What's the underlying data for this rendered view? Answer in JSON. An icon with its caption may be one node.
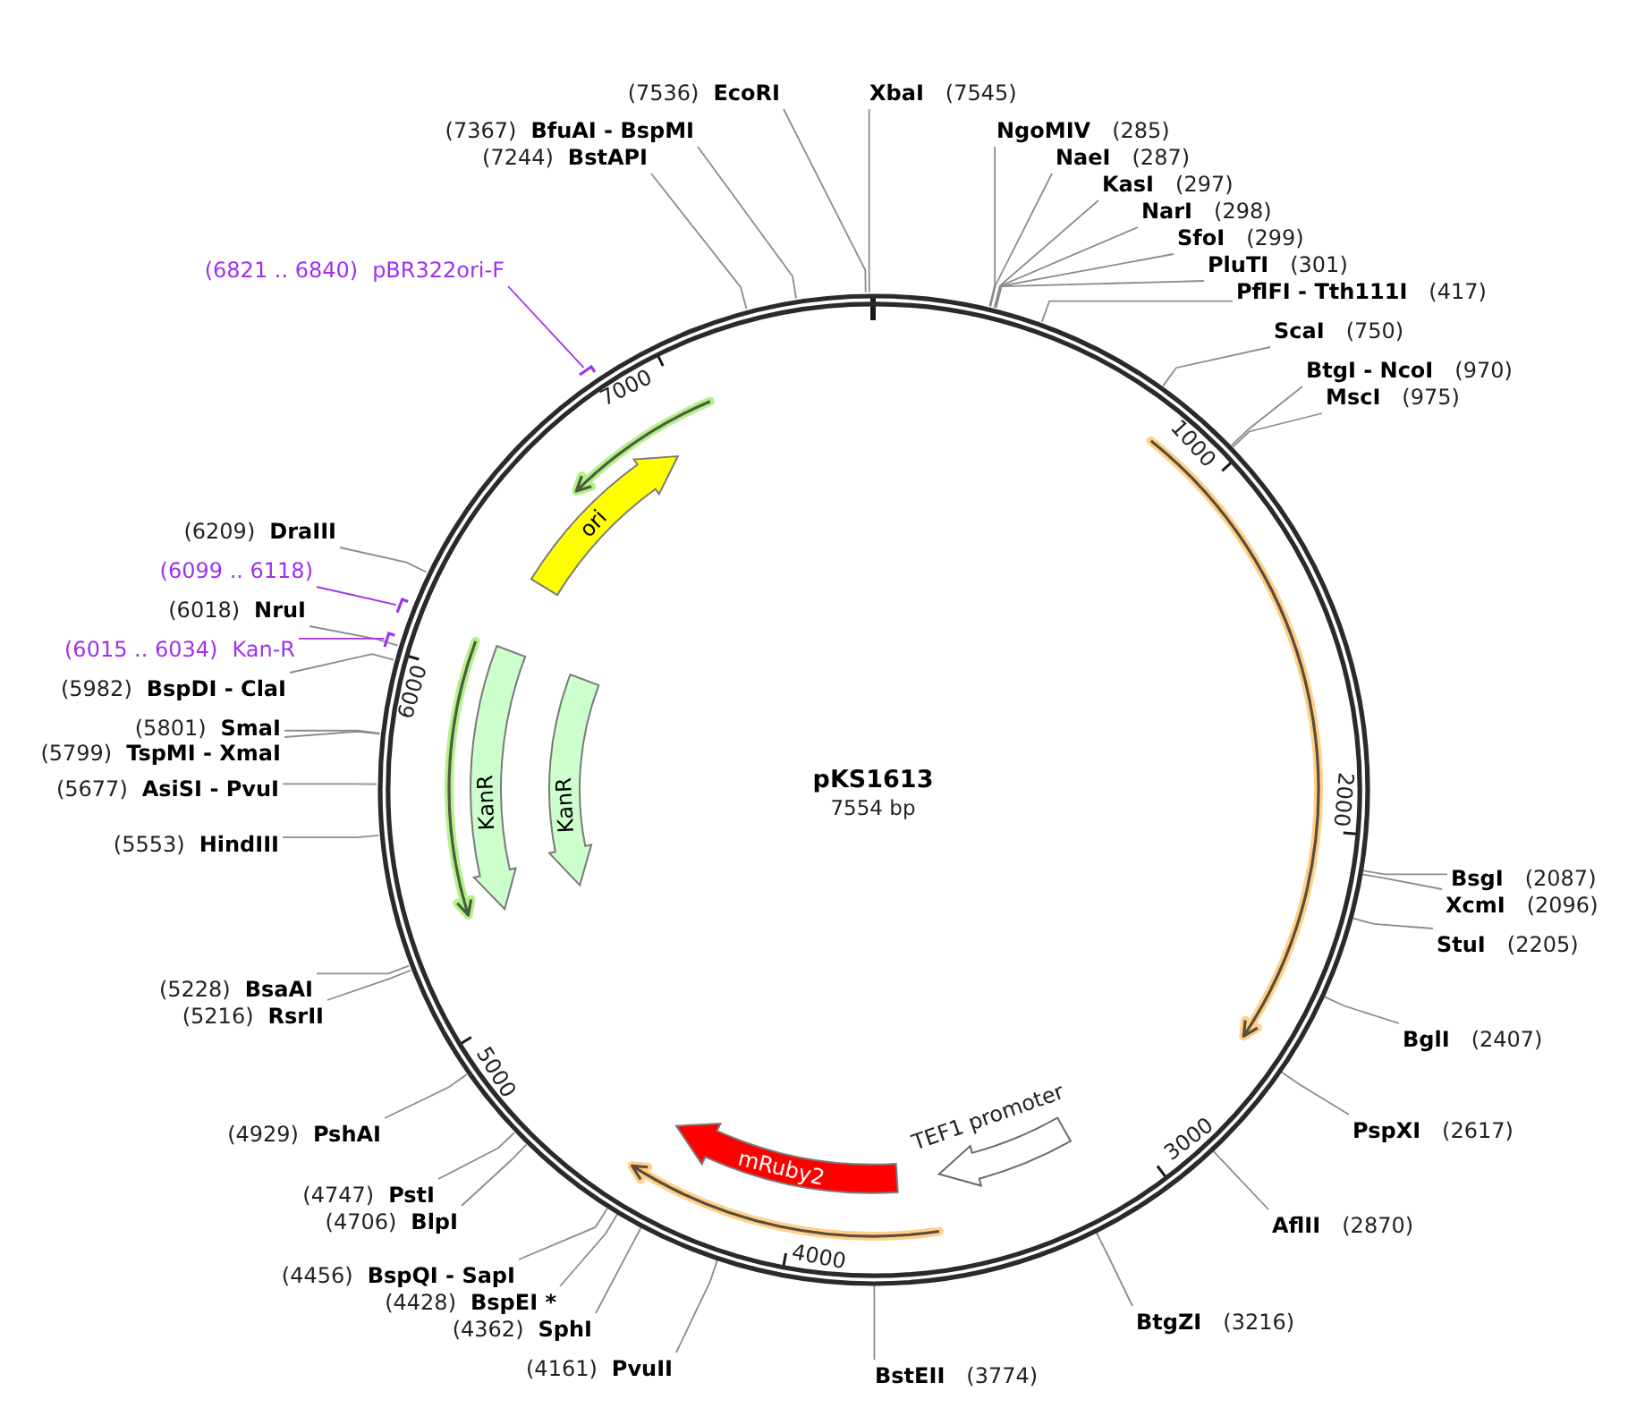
{
  "diagram": {
    "nodes": [
      {
        "text": [
          "pKS1613",
          "7554 bp"
        ]
      },
      {
        "text": [
          "ori"
        ],
        "in": 0
      },
      {
        "text": [
          "KanR"
        ],
        "in": 0
      },
      {
        "text": [
          "KanR"
        ],
        "in": 0
      },
      {
        "text": [
          "mRuby2"
        ],
        "in": 0
      },
      {
        "text": [
          "TEF1 promoter"
        ],
        "in": 0
      },
      {
        "text": [
          "(7536)",
          "EcoRI"
        ]
      },
      {
        "text": [
          "XbaI",
          "(7545)"
        ]
      },
      {
        "text": [
          "(7367)",
          "BfuAI - BspMI"
        ]
      },
      {
        "text": [
          "NgoMIV",
          "(285)"
        ]
      },
      {
        "text": [
          "(7244)",
          "BstAPI"
        ]
      },
      {
        "text": [
          "NaeI",
          "(287)"
        ]
      },
      {
        "text": [
          "KasI",
          "(297)"
        ]
      },
      {
        "text": [
          "NarI",
          "(298)"
        ]
      },
      {
        "text": [
          "SfoI",
          "(299)"
        ]
      },
      {
        "text": [
          "PluTI",
          "(301)"
        ]
      },
      {
        "text": [
          "(6821 .. 6840)",
          "pBR322ori-F"
        ]
      },
      {
        "text": [
          "PflFI - Tth111I",
          "(417)"
        ]
      },
      {
        "text": [
          "ScaI",
          "(750)"
        ]
      },
      {
        "text": [
          "BtgI - NcoI",
          "(970)"
        ]
      },
      {
        "text": [
          "MscI",
          "(975)"
        ]
      },
      {
        "text": [
          "(6209)",
          "DraIII"
        ]
      },
      {
        "text": [
          "(6099 .. 6118)"
        ]
      },
      {
        "text": [
          "(6018)",
          "NruI"
        ]
      },
      {
        "text": [
          "(6015 .. 6034)",
          "Kan-R"
        ]
      },
      {
        "text": [
          "(5982)",
          "BspDI - ClaI"
        ]
      },
      {
        "text": [
          "(5801)",
          "SmaI"
        ]
      },
      {
        "text": [
          "(5799)",
          "TspMI - XmaI"
        ]
      },
      {
        "text": [
          "(5677)",
          "AsiSI - PvuI"
        ]
      },
      {
        "text": [
          "(5553)",
          "HindIII"
        ]
      },
      {
        "text": [
          "BsgI",
          "(2087)"
        ]
      },
      {
        "text": [
          "XcmI",
          "(2096)"
        ]
      },
      {
        "text": [
          "StuI",
          "(2205)"
        ]
      },
      {
        "text": [
          "(5228)",
          "BsaAI"
        ]
      },
      {
        "text": [
          "(5216)",
          "RsrII"
        ]
      },
      {
        "text": [
          "BglI",
          "(2407)"
        ]
      },
      {
        "text": [
          "(4929)",
          "PshAI"
        ]
      },
      {
        "text": [
          "PspXI",
          "(2617)"
        ]
      },
      {
        "text": [
          "(4747)",
          "PstI"
        ]
      },
      {
        "text": [
          "(4706)",
          "BlpI"
        ]
      },
      {
        "text": [
          "AflII",
          "(2870)"
        ]
      },
      {
        "text": [
          "(4456)",
          "BspQI - SapI"
        ]
      },
      {
        "text": [
          "(4428)",
          "BspEI *"
        ]
      },
      {
        "text": [
          "(4362)",
          "SphI"
        ]
      },
      {
        "text": [
          "BtgZI",
          "(3216)"
        ]
      },
      {
        "text": [
          "(4161)",
          "PvuII"
        ]
      },
      {
        "text": [
          "BstEII",
          "(3774)"
        ]
      },
      {
        "text": [],
        "shape": "bar"
      },
      {
        "text": [],
        "shape": "bar"
      },
      {
        "text": [],
        "shape": "bar"
      }
    ],
    "edges": [
      {
        "from": 6,
        "to": 0,
        "arrow": "none"
      },
      {
        "from": 7,
        "to": 0,
        "arrow": "none"
      },
      {
        "from": 8,
        "to": 0,
        "arrow": "none"
      },
      {
        "from": 9,
        "to": 0,
        "arrow": "none"
      },
      {
        "from": 10,
        "to": 0,
        "arrow": "none"
      },
      {
        "from": 11,
        "to": 0,
        "arrow": "none"
      },
      {
        "from": 12,
        "to": 0,
        "arrow": "none"
      },
      {
        "from": 13,
        "to": 0,
        "arrow": "none"
      },
      {
        "from": 14,
        "to": 0,
        "arrow": "none"
      },
      {
        "from": 15,
        "to": 0,
        "arrow": "none"
      },
      {
        "from": 16,
        "to": 47,
        "arrow": "none",
        "color": "#a030f0"
      },
      {
        "from": 17,
        "to": 0,
        "arrow": "none"
      },
      {
        "from": 18,
        "to": 0,
        "arrow": "none"
      },
      {
        "from": 19,
        "to": 0,
        "arrow": "none"
      },
      {
        "from": 20,
        "to": 0,
        "arrow": "none"
      },
      {
        "from": 21,
        "to": 0,
        "arrow": "none"
      },
      {
        "from": 22,
        "to": 48,
        "arrow": "none",
        "color": "#a030f0"
      },
      {
        "from": 23,
        "to": 0,
        "arrow": "none"
      },
      {
        "from": 24,
        "to": 49,
        "arrow": "none",
        "color": "#a030f0"
      },
      {
        "from": 25,
        "to": 0,
        "arrow": "none"
      },
      {
        "from": 26,
        "to": 0,
        "arrow": "none"
      },
      {
        "from": 27,
        "to": 0,
        "arrow": "none"
      },
      {
        "from": 28,
        "to": 0,
        "arrow": "none"
      },
      {
        "from": 29,
        "to": 0,
        "arrow": "none"
      },
      {
        "from": 30,
        "to": 0,
        "arrow": "none"
      },
      {
        "from": 31,
        "to": 0,
        "arrow": "none"
      },
      {
        "from": 32,
        "to": 0,
        "arrow": "none"
      },
      {
        "from": 33,
        "to": 0,
        "arrow": "none"
      },
      {
        "from": 34,
        "to": 0,
        "arrow": "none"
      },
      {
        "from": 35,
        "to": 0,
        "arrow": "none"
      },
      {
        "from": 36,
        "to": 0,
        "arrow": "none"
      },
      {
        "from": 37,
        "to": 0,
        "arrow": "none"
      },
      {
        "from": 38,
        "to": 0,
        "arrow": "none"
      },
      {
        "from": 39,
        "to": 0,
        "arrow": "none"
      },
      {
        "from": 40,
        "to": 0,
        "arrow": "none"
      },
      {
        "from": 41,
        "to": 0,
        "arrow": "none"
      },
      {
        "from": 42,
        "to": 0,
        "arrow": "none"
      },
      {
        "from": 43,
        "to": 0,
        "arrow": "none"
      },
      {
        "from": 44,
        "to": 0,
        "arrow": "none"
      },
      {
        "from": 45,
        "to": 0,
        "arrow": "none"
      },
      {
        "from": 46,
        "to": 0,
        "arrow": "none"
      }
    ],
    "labels": [
      "7000",
      "1000",
      "6000",
      "2000",
      "5000",
      "3000",
      "4000"
    ]
  }
}
